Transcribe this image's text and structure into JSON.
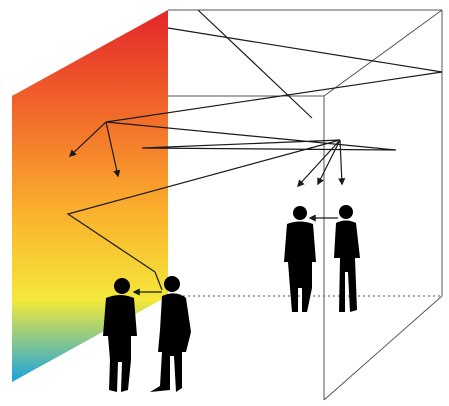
{
  "diagram": {
    "kind": "sound-reflection-illustration",
    "colors": {
      "gradient_top": "#e3262b",
      "gradient_upper": "#f26a2a",
      "gradient_mid": "#fbb22d",
      "gradient_lower": "#f4e83a",
      "gradient_bottom": "#1aa4e0",
      "box_line": "#555555",
      "ray": "#1a1a1a",
      "figure": "#000000"
    },
    "elements": {
      "colored_wall": "gradient-wall",
      "room_box": "wireframe-room",
      "people_front": "two-people-front",
      "people_back": "two-people-back",
      "reflection_path": "zigzag-reflection-path"
    }
  }
}
